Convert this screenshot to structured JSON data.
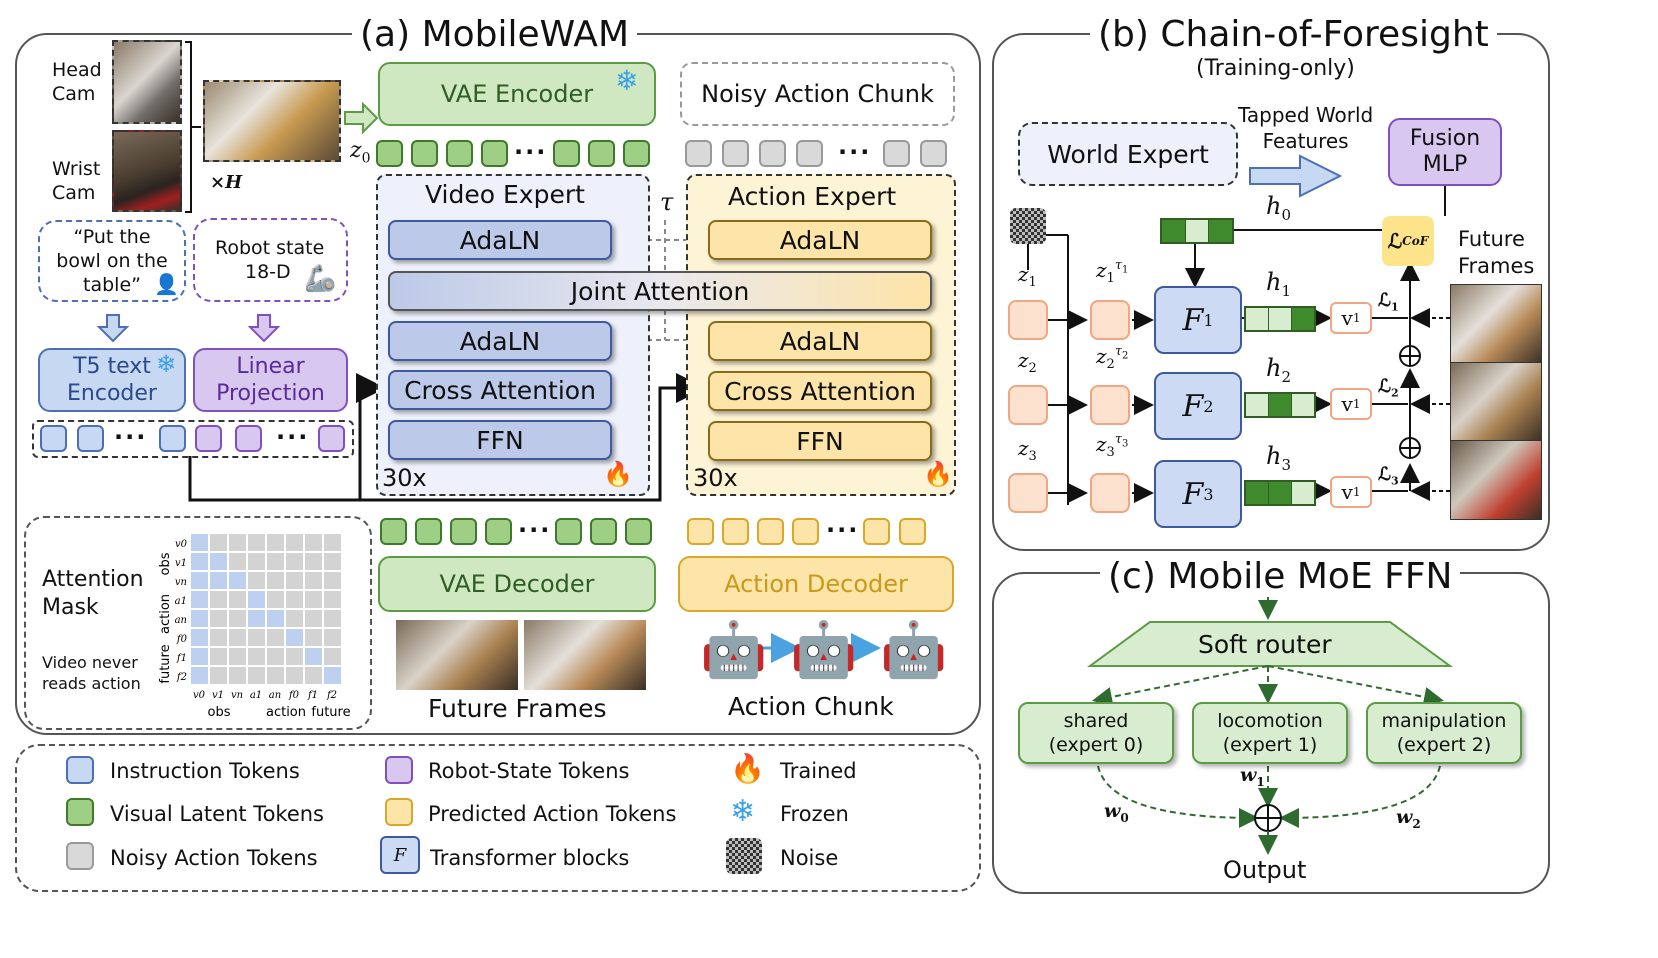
{
  "panel_a": {
    "title": "(a) MobileWAM",
    "head_cam": [
      "Head",
      "Cam"
    ],
    "wrist_cam": [
      "Wrist",
      "Cam"
    ],
    "times_h": "×H",
    "vae_encoder": "VAE Encoder",
    "noisy_action_chunk": "Noisy Action Chunk",
    "z0": "z",
    "z0_sub": "0",
    "tau": "τ",
    "video_expert": "Video Expert",
    "action_expert": "Action Expert",
    "adaln": "AdaLN",
    "joint_attention": "Joint Attention",
    "cross_attention": "Cross Attention",
    "ffn": "FFN",
    "repeat": "30x",
    "instruction": [
      "“Put the",
      "bowl on the",
      "table”"
    ],
    "robot_state": [
      "Robot state",
      "18-D"
    ],
    "t5_encoder": [
      "T5 text",
      "Encoder"
    ],
    "linear_projection": [
      "Linear",
      "Projection"
    ],
    "token_dots": "···",
    "vae_decoder": "VAE Decoder",
    "action_decoder": "Action Decoder",
    "future_frames": "Future Frames",
    "action_chunk": "Action Chunk",
    "attention_mask_title": [
      "Attention",
      "Mask"
    ],
    "attention_mask_note": [
      "Video never",
      "reads action"
    ],
    "mask_rows": [
      "v0",
      "v1",
      "vn",
      "a1",
      "an",
      "f0",
      "f1",
      "f2"
    ],
    "mask_cols": [
      "v0",
      "v1",
      "vn",
      "a1",
      "an",
      "f0",
      "f1",
      "f2"
    ],
    "mask_row_groups": [
      "obs",
      "action",
      "future"
    ],
    "mask_col_groups": [
      "obs",
      "action",
      "future"
    ]
  },
  "panel_b": {
    "title": "(b) Chain-of-Foresight",
    "subtitle": "(Training-only)",
    "world_expert": "World Expert",
    "tapped_features": [
      "Tapped World",
      "Features"
    ],
    "fusion_mlp": [
      "Fusion",
      "MLP"
    ],
    "h0": "h",
    "h0_sub": "0",
    "loss_cof": "ℒ",
    "loss_cof_sub": "CoF",
    "future_frames": [
      "Future",
      "Frames"
    ],
    "rows": [
      {
        "z": "z",
        "idx": "1",
        "h": "h",
        "F": "F",
        "v": "v",
        "v_sub": "1",
        "L": "ℒ"
      },
      {
        "z": "z",
        "idx": "2",
        "h": "h",
        "F": "F",
        "v": "v",
        "v_sub": "1",
        "L": "ℒ"
      },
      {
        "z": "z",
        "idx": "3",
        "h": "h",
        "F": "F",
        "v": "v",
        "v_sub": "1",
        "L": "ℒ"
      }
    ],
    "tau": "τ"
  },
  "panel_c": {
    "title": "(c) Mobile MoE FFN",
    "soft_router": "Soft router",
    "experts": [
      {
        "name": "shared",
        "sub": "(expert 0)",
        "w": "w",
        "w_sub": "0"
      },
      {
        "name": "locomotion",
        "sub": "(expert 1)",
        "w": "w",
        "w_sub": "1"
      },
      {
        "name": "manipulation",
        "sub": "(expert 2)",
        "w": "w",
        "w_sub": "2"
      }
    ],
    "output": "Output"
  },
  "legend": [
    {
      "label": "Instruction Tokens",
      "color": "#c7d8f2"
    },
    {
      "label": "Robot-State Tokens",
      "color": "#d8c7ef"
    },
    {
      "label": "Trained",
      "icon": "fire-icon"
    },
    {
      "label": "Visual Latent Tokens",
      "color": "#9fcf85"
    },
    {
      "label": "Predicted Action Tokens",
      "color": "#fde4a8"
    },
    {
      "label": "Frozen",
      "icon": "snowflake-icon"
    },
    {
      "label": "Noisy Action Tokens",
      "color": "#d9d9d9"
    },
    {
      "label": "Transformer blocks",
      "icon_text": "F"
    },
    {
      "label": "Noise",
      "icon": "noise-icon"
    }
  ],
  "colors": {
    "green": "#cfe8c1",
    "blue_block": "#bcc9e8",
    "yellow_block": "#fde4a8",
    "purple": "#d8c7ef",
    "orange_latent": "#fde1cf"
  }
}
